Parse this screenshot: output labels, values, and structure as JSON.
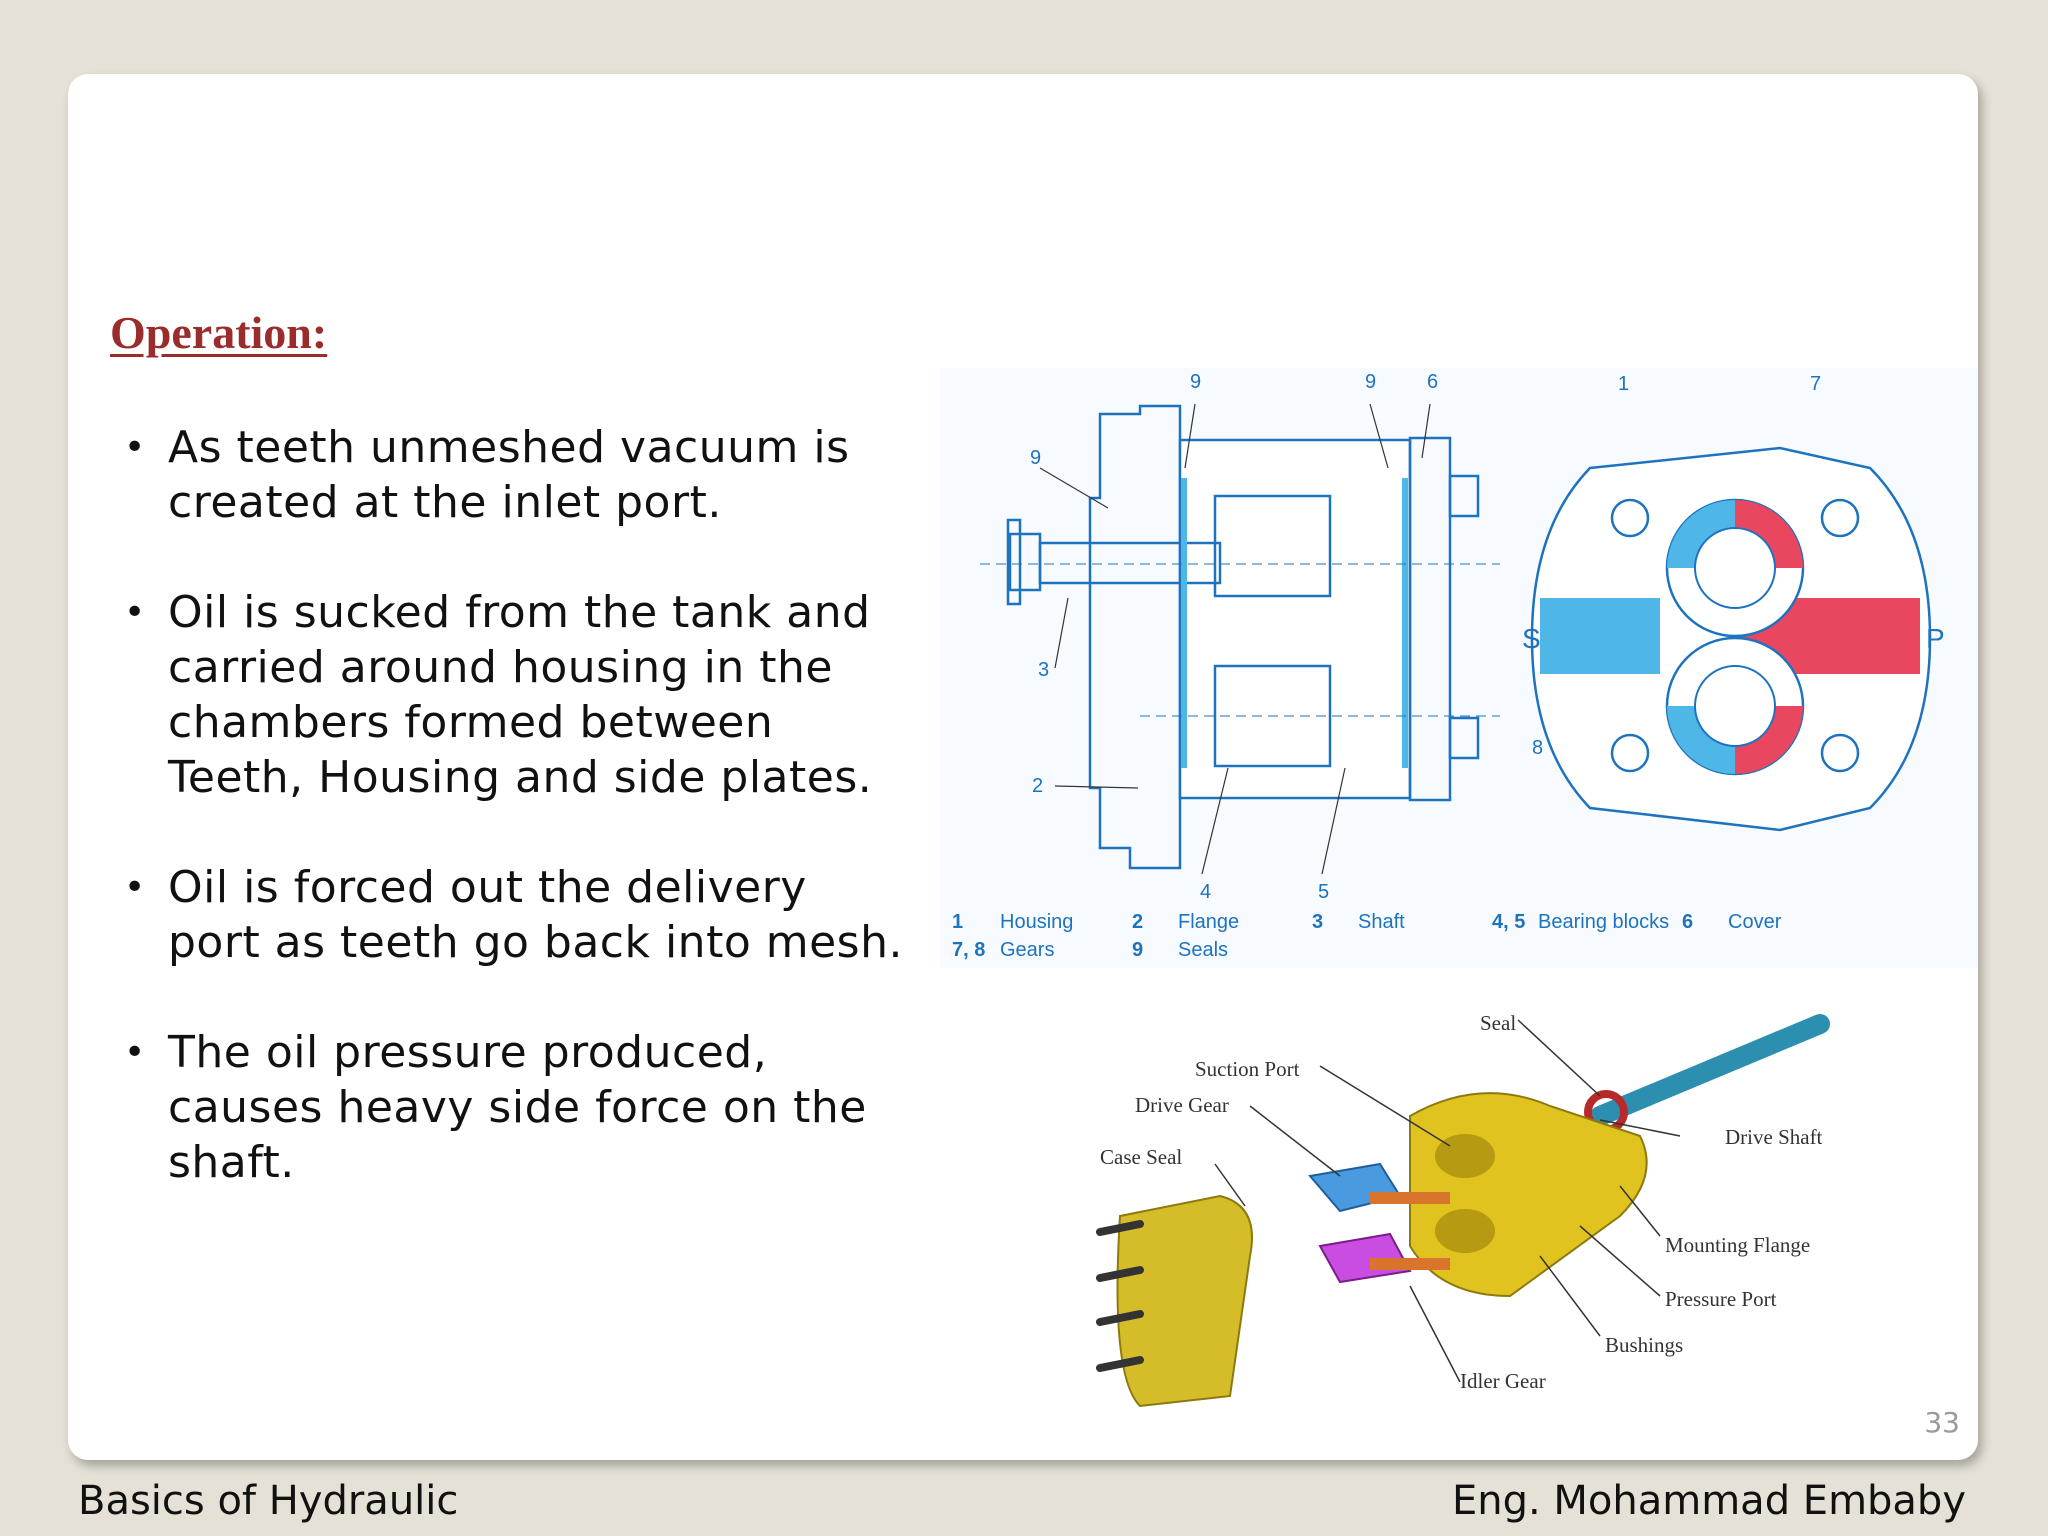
{
  "heading": "Operation:",
  "bullets": [
    {
      "line1": "As teeth unmeshed vacuum is",
      "line2": "created at the inlet port."
    },
    {
      "line1": "Oil is sucked from the tank and",
      "line2": "carried around housing in the",
      "line3": "chambers formed between",
      "line4": "Teeth, Housing and side plates."
    },
    {
      "line1": "Oil is forced out the delivery",
      "line2": "port as teeth go back into mesh."
    },
    {
      "line1": "The oil pressure produced,",
      "line2": "causes heavy side force on the",
      "line3": "shaft."
    }
  ],
  "page_number": "33",
  "footer": {
    "left": "Basics of Hydraulic",
    "right": "Eng. Mohammad Embaby"
  },
  "diagram_numbers": {
    "n9a": "9",
    "n9b": "9",
    "n6": "6",
    "n9c": "9",
    "n3": "3",
    "n2": "2",
    "n4": "4",
    "n5": "5",
    "n1": "1",
    "n7": "7",
    "n8": "8",
    "s": "S",
    "p": "P"
  },
  "legend": [
    {
      "num": "1",
      "label": "Housing"
    },
    {
      "num": "2",
      "label": "Flange"
    },
    {
      "num": "3",
      "label": "Shaft"
    },
    {
      "num": "4, 5",
      "label": "Bearing blocks"
    },
    {
      "num": "6",
      "label": "Cover"
    },
    {
      "num": "7, 8",
      "label": "Gears"
    },
    {
      "num": "9",
      "label": "Seals"
    }
  ],
  "callouts": {
    "seal": "Seal",
    "suction_port": "Suction Port",
    "drive_gear": "Drive Gear",
    "case_seal": "Case Seal",
    "drive_shaft": "Drive Shaft",
    "mounting_flange": "Mounting Flange",
    "pressure_port": "Pressure Port",
    "bushings": "Bushings",
    "idler_gear": "Idler Gear"
  },
  "colors": {
    "heading": "#9b2c2c",
    "diagram_blue": "#1e73be",
    "suction": "#4fb7e8",
    "pressure": "#e8475f"
  }
}
